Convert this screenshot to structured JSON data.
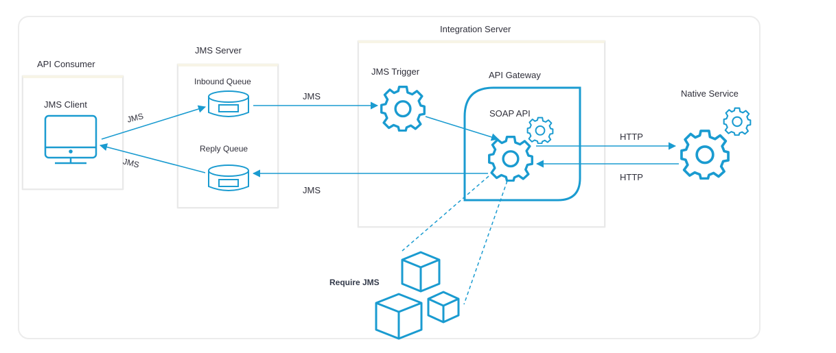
{
  "diagram": {
    "groups": {
      "api_consumer": "API Consumer",
      "jms_server": "JMS Server",
      "integration_server": "Integration Server"
    },
    "nodes": {
      "jms_client": "JMS Client",
      "inbound_queue": "Inbound Queue",
      "reply_queue": "Reply Queue",
      "jms_trigger": "JMS Trigger",
      "api_gateway": "API Gateway",
      "soap_api": "SOAP API",
      "native_service": "Native Service",
      "require_jms": "Require JMS"
    },
    "edges": {
      "client_to_inbound": "JMS",
      "reply_to_client": "JMS",
      "inbound_to_trigger": "JMS",
      "gateway_to_reply": "JMS",
      "gateway_to_native": "HTTP",
      "native_to_gateway": "HTTP"
    },
    "colors": {
      "accent": "#1a9bd0",
      "text": "#2f2f3a",
      "panel_border": "#e9e9e9"
    }
  }
}
